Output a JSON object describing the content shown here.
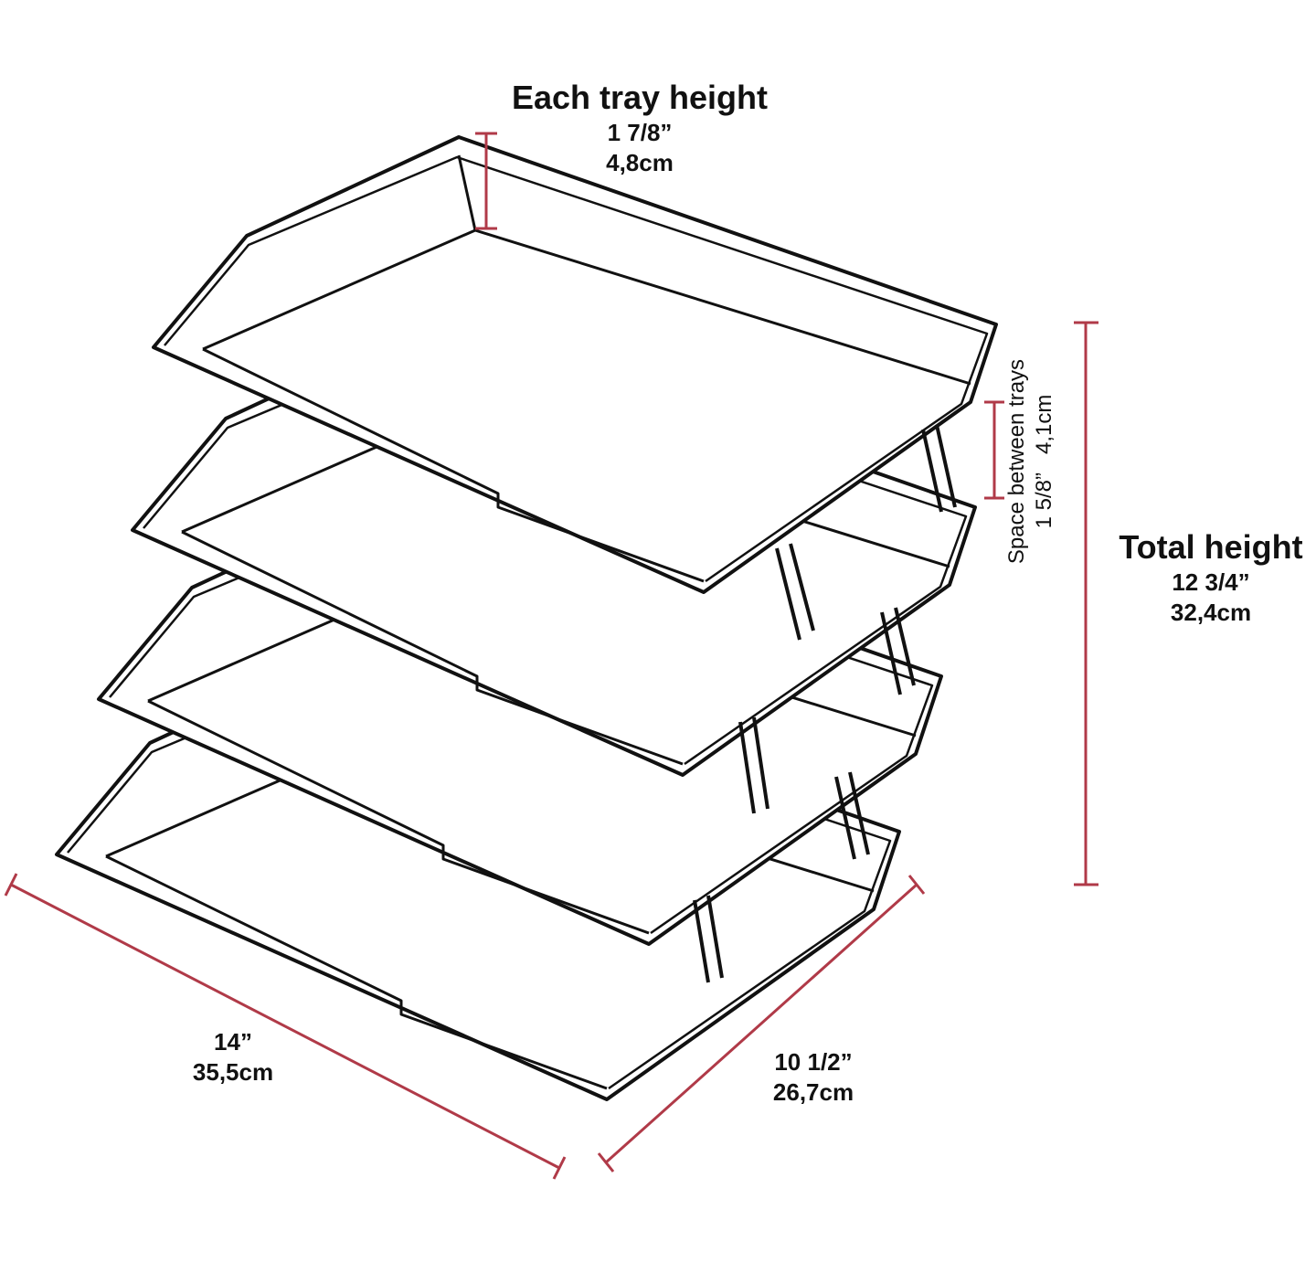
{
  "dimension_color": "#b03a48",
  "labels": {
    "tray_height": {
      "title": "Each tray height",
      "imperial": "1 7/8”",
      "metric": "4,8cm"
    },
    "space_between": {
      "title": "Space between trays",
      "imperial": "1 5/8”",
      "metric": "4,1cm"
    },
    "total_height": {
      "title": "Total height",
      "imperial": "12 3/4”",
      "metric": "32,4cm"
    },
    "length": {
      "imperial": "14”",
      "metric": "35,5cm"
    },
    "depth": {
      "imperial": "10 1/2”",
      "metric": "26,7cm"
    }
  }
}
